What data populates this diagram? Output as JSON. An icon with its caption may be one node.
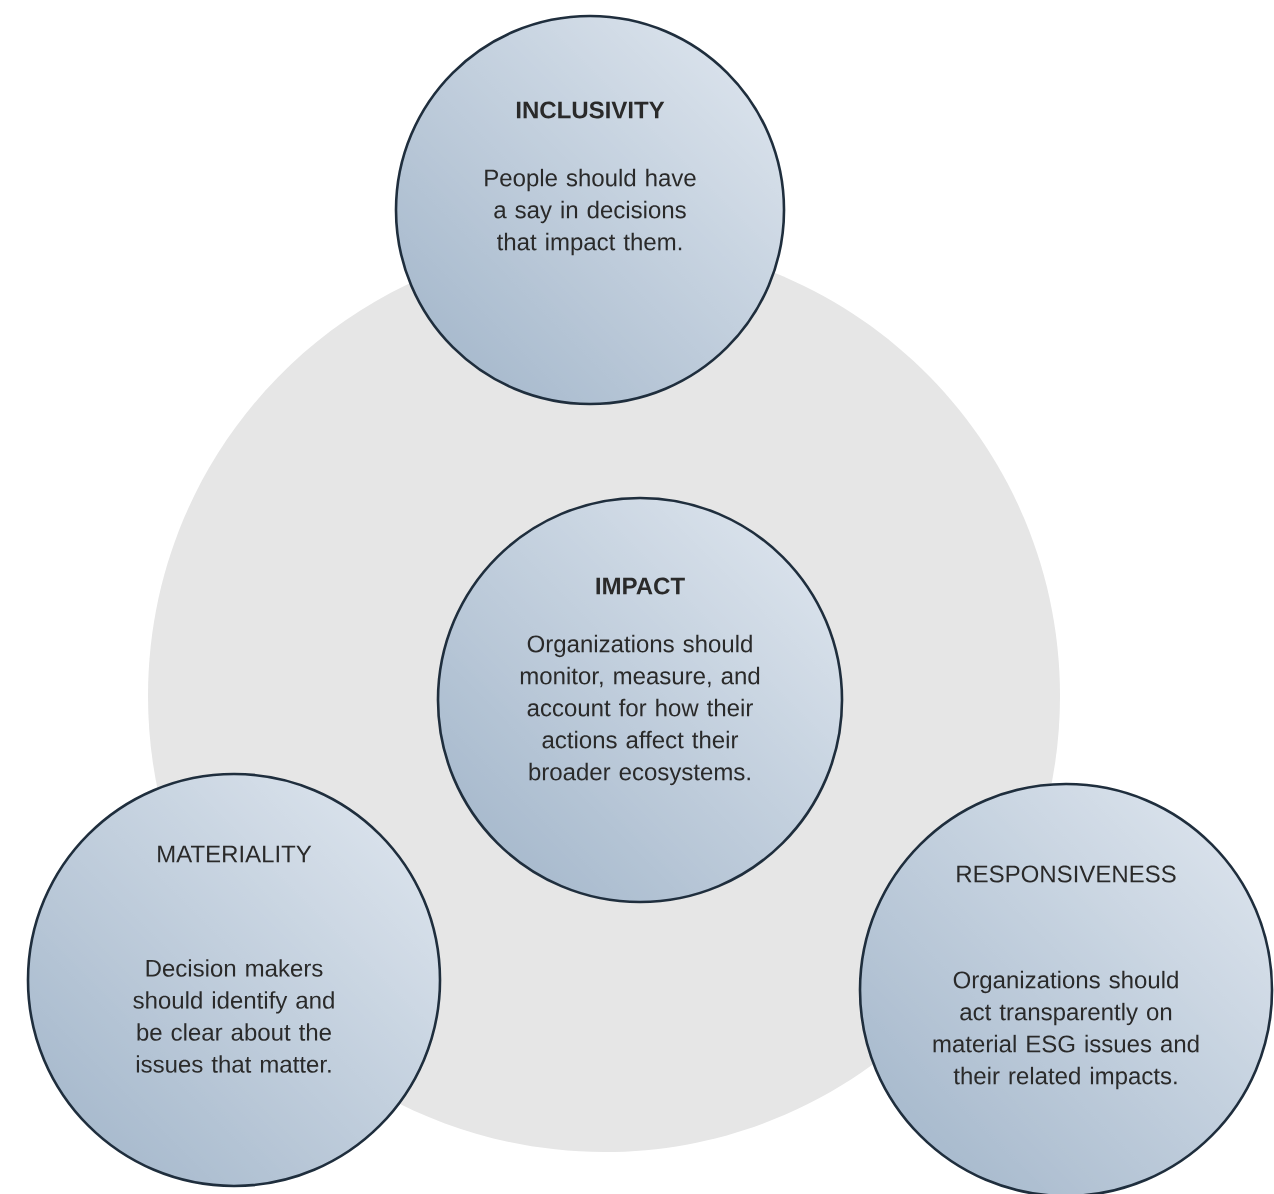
{
  "diagram": {
    "nodes": [
      {
        "text": [
          "INCLUSIVITY",
          "People should have a say in decisions that impact them."
        ]
      },
      {
        "text": [
          "IMPACT",
          "Organizations should monitor, measure, and account for how their actions affect their broader ecosystems."
        ]
      },
      {
        "text": [
          "MATERIALITY",
          "Decision makers should identify and be clear about the issues that matter."
        ]
      },
      {
        "text": [
          "RESPONSIVENESS",
          "Organizations should act transparently on material ESG issues and their related impacts."
        ]
      }
    ]
  }
}
